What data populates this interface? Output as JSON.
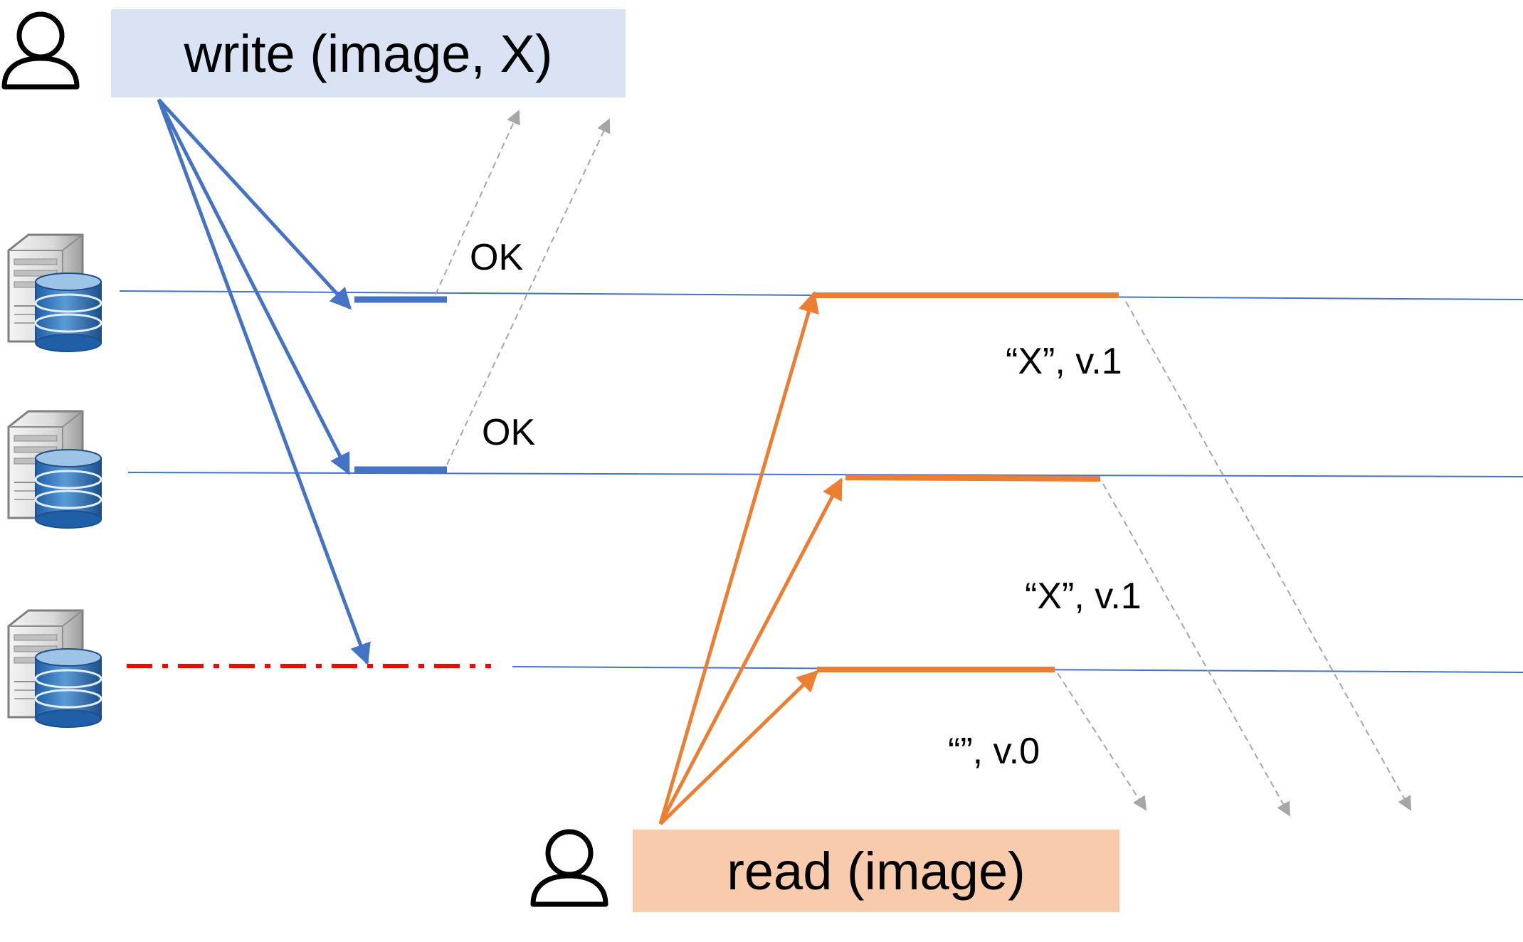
{
  "operations": {
    "write_label": "write (image, X)",
    "read_label": "read (image)"
  },
  "responses": {
    "ok_1": "OK",
    "ok_2": "OK",
    "read_reply_1": "“X”, v.1",
    "read_reply_2": "“X”, v.1",
    "read_reply_3": "“”, v.0"
  },
  "icons": {
    "writer": "user-icon",
    "reader": "user-icon",
    "replicas": [
      "server-database-icon",
      "server-database-icon",
      "server-database-icon"
    ]
  },
  "colors": {
    "write_box_bg": "#dae3f3",
    "read_box_bg": "#f8cbad",
    "write_arrow": "#4472c4",
    "read_arrow": "#ed7d31",
    "timeline": "#4472c4",
    "reply_arrow": "#a6a6a6",
    "failure_line": "#ff0000"
  }
}
